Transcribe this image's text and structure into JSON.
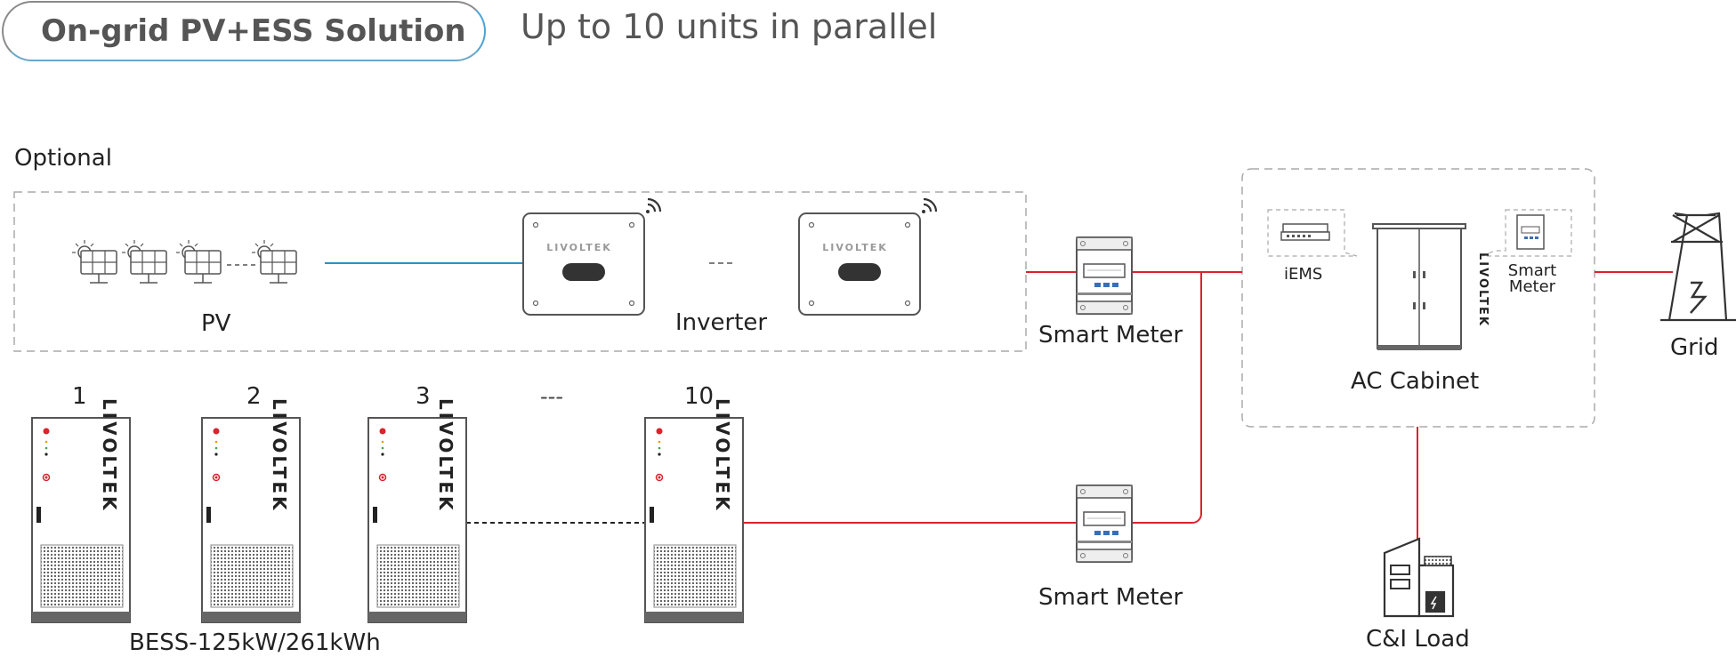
{
  "header": {
    "title": "On-grid PV+ESS Solution",
    "subtitle": "Up to 10 units in parallel"
  },
  "labels": {
    "optional": "Optional",
    "pv": "PV",
    "inverter": "Inverter",
    "smart_meter_top": "Smart Meter",
    "smart_meter_bottom": "Smart Meter",
    "iems": "iEMS",
    "cabinet_smart_meter_line1": "Smart",
    "cabinet_smart_meter_line2": "Meter",
    "ac_cabinet": "AC Cabinet",
    "grid": "Grid",
    "load": "C&I Load",
    "bess_model": "BESS-125kW/261kWh"
  },
  "bess_units": [
    "1",
    "2",
    "3",
    "10"
  ],
  "ellipsis": "---",
  "brand": "LIVOLTEK",
  "colors": {
    "ac_line": "#d9232d",
    "dc_line": "#2f8fc7",
    "dashed_border": "#aaaaaa",
    "device_outline": "#555555",
    "title_border_accent": "#4aa3d6"
  }
}
